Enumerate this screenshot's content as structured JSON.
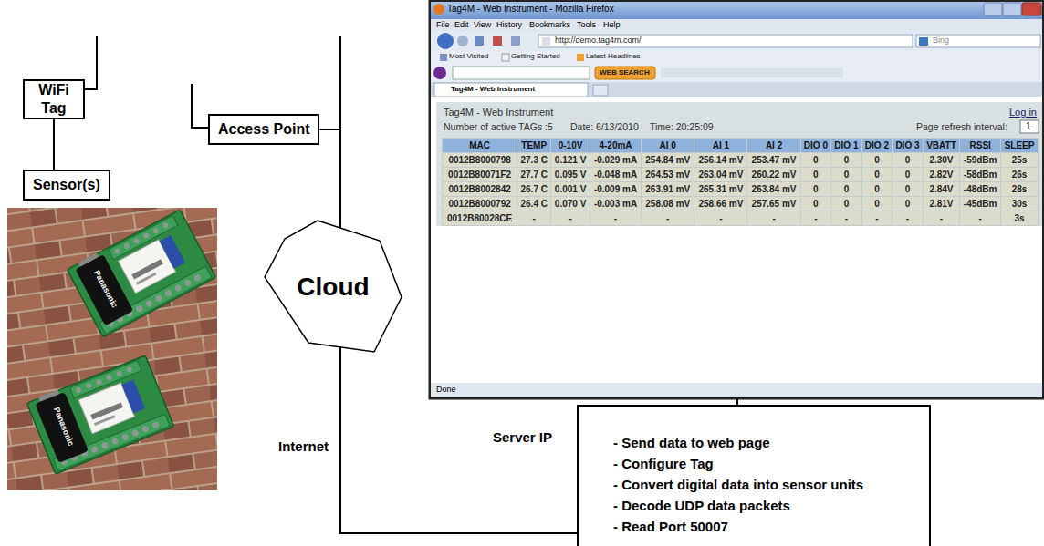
{
  "diagram": {
    "nodes": [
      {
        "text": [
          "WiFi Tag"
        ]
      },
      {
        "text": [
          "Sensor(s)"
        ]
      },
      {
        "text": [
          "Access Point"
        ]
      },
      {
        "text": [
          "Cloud"
        ]
      },
      {
        "text": [
          "Tag4M - Web Instrument - Mozilla Firefox"
        ]
      },
      {
        "text": [
          "- Send data to web page",
          "- Configure Tag",
          "- Convert digital data into sensor units",
          "- Decode UDP data packets",
          "- Read Port 50007"
        ]
      }
    ],
    "edges": [
      {
        "from": 0,
        "to": 1,
        "arrow": "none"
      },
      {
        "from": 2,
        "to": 3,
        "arrow": "none"
      },
      {
        "from": 3,
        "to": 5,
        "arrow": "none"
      },
      {
        "from": 4,
        "to": 5,
        "arrow": "none"
      }
    ],
    "labels": [
      "Internet",
      "Server IP",
      "Panasonic",
      "Panasonic",
      "File",
      "Edit",
      "View",
      "History",
      "Bookmarks",
      "Tools",
      "Help",
      "http://demo.tag4m.com/",
      "Bing",
      "Most Visited",
      "Getting Started",
      "Latest Headlines",
      "WEB SEARCH",
      "Tag4M - Web Instrument",
      "Tag4M - Web Instrument",
      "Log in",
      "Number of active TAGs :5",
      "Date: 6/13/2010",
      "Time: 20:25:09",
      "Page refresh interval:",
      "1",
      "Done",
      "MAC",
      "TEMP",
      "0-10V",
      "4-20mA",
      "AI 0",
      "AI 1",
      "AI 2",
      "DIO 0",
      "DIO 1",
      "DIO 2",
      "DIO 3",
      "VBATT",
      "RSSI",
      "SLEEP",
      "0012B8000798",
      "27.3 C",
      "0.121 V",
      "-0.029 mA",
      "254.84 mV",
      "256.14 mV",
      "253.47 mV",
      "0",
      "0",
      "0",
      "0",
      "2.30V",
      "-59dBm",
      "25s",
      "0012B80071F2",
      "27.7 C",
      "0.095 V",
      "-0.048 mA",
      "264.53 mV",
      "263.04 mV",
      "260.22 mV",
      "0",
      "0",
      "0",
      "0",
      "2.82V",
      "-58dBm",
      "26s",
      "0012B8002842",
      "26.7 C",
      "0.001 V",
      "-0.009 mA",
      "263.91 mV",
      "265.31 mV",
      "263.84 mV",
      "0",
      "0",
      "0",
      "0",
      "2.84V",
      "-48dBm",
      "28s",
      "0012B8000792",
      "26.4 C",
      "0.070 V",
      "-0.003 mA",
      "258.08 mV",
      "258.66 mV",
      "257.65 mV",
      "0",
      "0",
      "0",
      "0",
      "2.81V",
      "-45dBm",
      "30s",
      "0012B80028CE",
      "-",
      "-",
      "-",
      "-",
      "-",
      "-",
      "-",
      "-",
      "-",
      "-",
      "-",
      "-",
      "3s"
    ]
  }
}
